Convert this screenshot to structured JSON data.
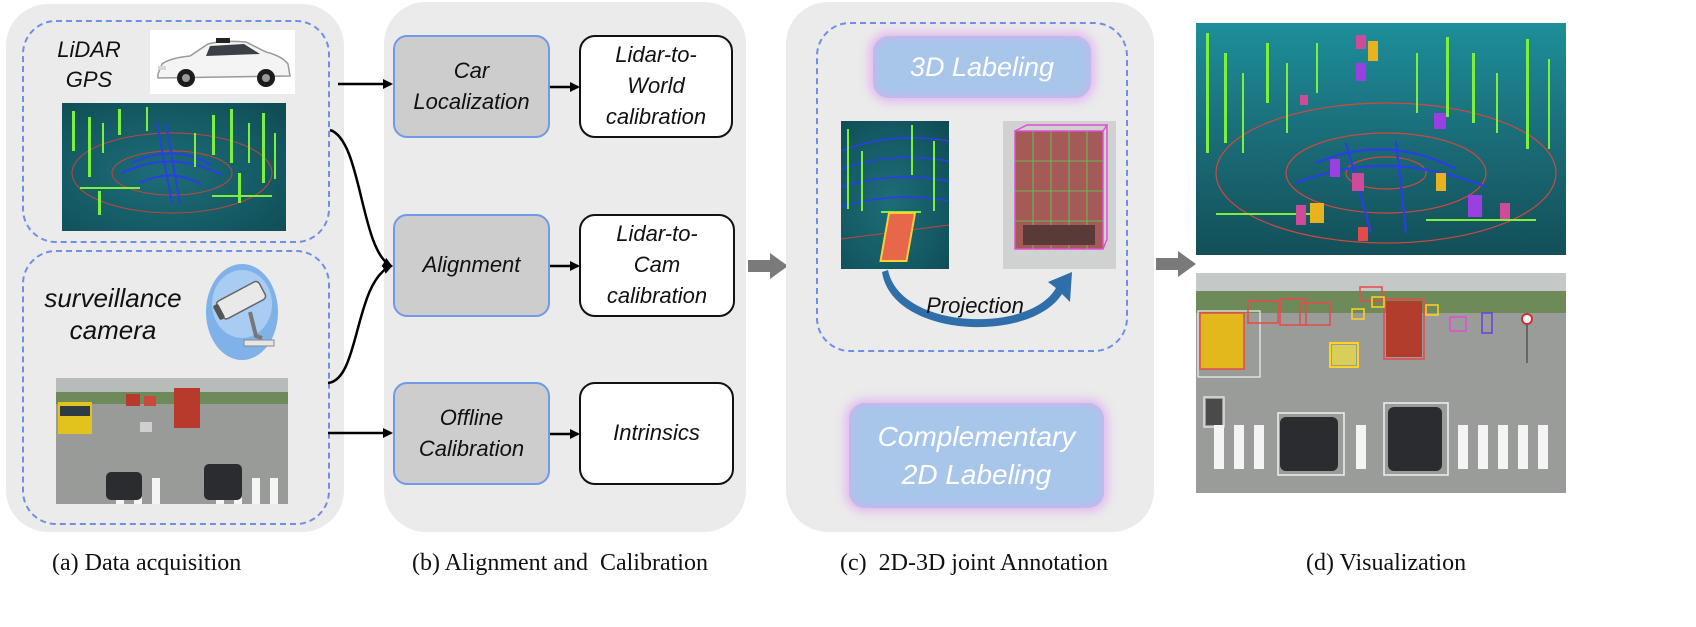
{
  "panel_a": {
    "sensor_labels": [
      "LiDAR",
      "GPS"
    ],
    "camera_label": [
      "surveillance",
      "camera"
    ],
    "caption": "(a) Data acquisition"
  },
  "panel_b": {
    "rows": [
      {
        "process": [
          "Car",
          "Localization"
        ],
        "output": [
          "Lidar-to-",
          "World",
          "calibration"
        ]
      },
      {
        "process": [
          "Alignment"
        ],
        "output": [
          "Lidar-to-",
          "Cam",
          "calibration"
        ]
      },
      {
        "process": [
          "Offline",
          "Calibration"
        ],
        "output": [
          "Intrinsics"
        ]
      }
    ],
    "caption": "(b) Alignment and  Calibration"
  },
  "panel_c": {
    "label_3d": "3D Labeling",
    "projection": "Projection",
    "label_2d": [
      "Complementary",
      "2D Labeling"
    ],
    "caption": "(c)  2D-3D joint Annotation"
  },
  "panel_d": {
    "caption": "(d) Visualization"
  },
  "colors": {
    "panel_bg": "#ebebeb",
    "dashed_border": "#6f8fe6",
    "process_box": "#cdcdcd",
    "glow_box": "#a8c6ea",
    "lidar_green": "#7cf03a",
    "lidar_blue": "#2a3ee6",
    "arrow_gray": "#7a7a7a",
    "projection_arrow": "#2f6ea8"
  },
  "icons": [
    "car-icon",
    "surveillance-camera-icon",
    "lidar-pointcloud-image",
    "traffic-scene-image"
  ]
}
